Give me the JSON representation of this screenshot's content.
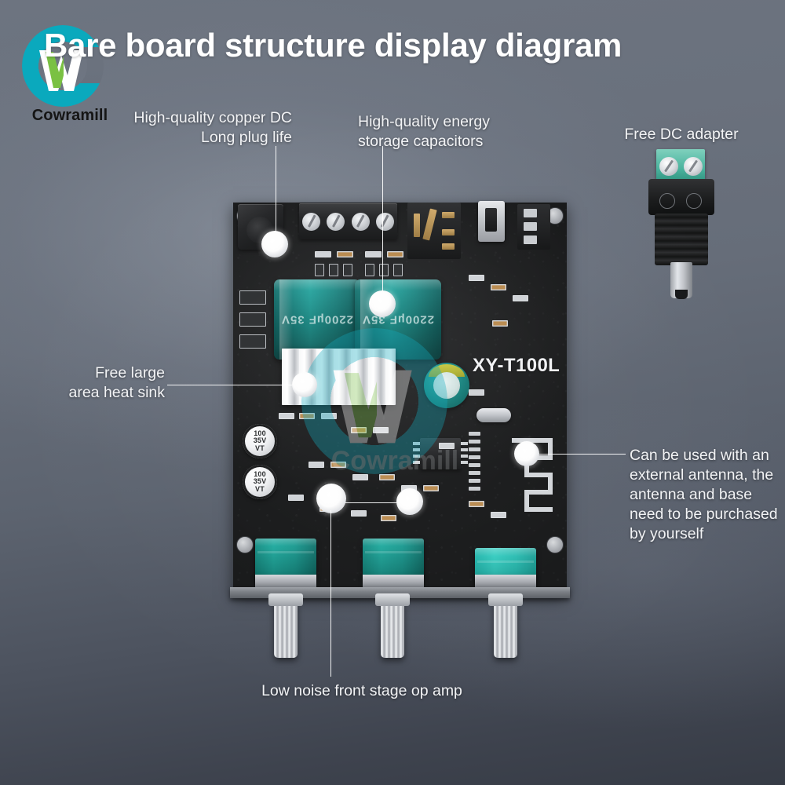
{
  "header": {
    "title": "Bare board structure display diagram",
    "brand": {
      "name": "Cowramill",
      "logo_icon": "cowramill-c-w-logo",
      "color_teal": "#0aa9bd",
      "color_green": "#7ac143"
    }
  },
  "background": {
    "gradient_top": "#6d7480",
    "gradient_bottom": "#363b45"
  },
  "callouts": [
    {
      "id": "dc-jack",
      "text": "High-quality copper DC\nLong plug life",
      "align": "right"
    },
    {
      "id": "storage-capacitors",
      "text": "High-quality energy\nstorage capacitors",
      "align": "left"
    },
    {
      "id": "free-dc-adapter",
      "text": "Free DC adapter",
      "align": "center"
    },
    {
      "id": "heat-sink",
      "text": "Free large\narea heat sink",
      "align": "right"
    },
    {
      "id": "external-antenna",
      "text": "Can be used with an\nexternal antenna, the\nantenna and base\nneed to be purchased\nby yourself",
      "align": "left"
    },
    {
      "id": "op-amp",
      "text": "Low noise front stage op amp",
      "align": "center"
    }
  ],
  "board": {
    "silkscreen_model": "XY-T100L",
    "big_capacitor_label": "2200µF 35V",
    "small_capacitor_lines": [
      "100",
      "35V",
      "VT"
    ],
    "pcb_color": "#1c1d1e",
    "accent_teal": "#19a79b"
  },
  "watermark": {
    "text": "Cowramill"
  }
}
